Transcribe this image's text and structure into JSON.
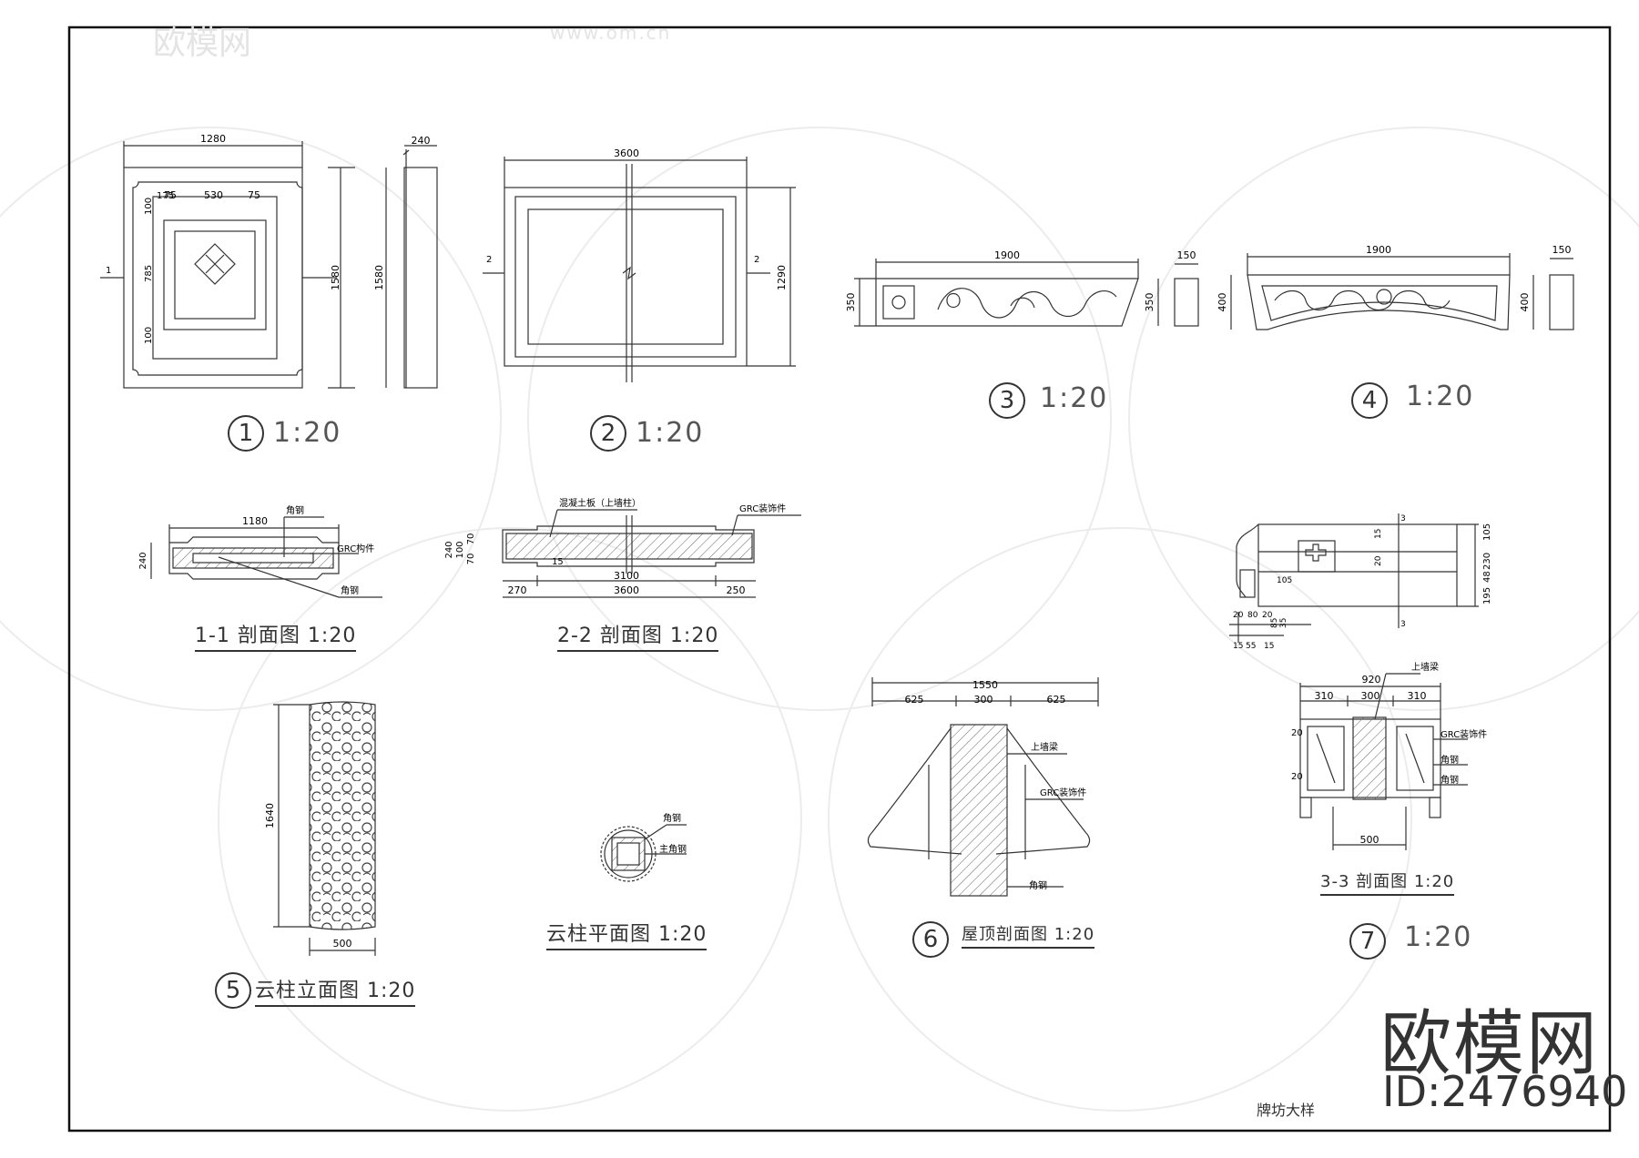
{
  "drawing": {
    "sheet_title": "牌坊大样",
    "brand_name": "欧模网",
    "brand_id": "ID:2476940",
    "watermark_text": "欧模网",
    "watermark_url": "www.om.cn"
  },
  "views": {
    "v1": {
      "number": "1",
      "scale": "1:20",
      "dims": {
        "width": "1280",
        "side": "240",
        "h1": "1580",
        "h2": "1580",
        "top": "175",
        "left": "75",
        "mid": "530",
        "right": "75",
        "a": "100",
        "b": "785",
        "c": "100",
        "mark": "1"
      }
    },
    "v2": {
      "number": "2",
      "scale": "1:20",
      "dims": {
        "width": "3600",
        "height": "1290",
        "mark_l": "2",
        "mark_r": "2"
      }
    },
    "v3": {
      "number": "3",
      "scale": "1:20",
      "dims": {
        "length": "1900",
        "h": "350",
        "h2": "350",
        "t": "150"
      }
    },
    "v4": {
      "number": "4",
      "scale": "1:20",
      "dims": {
        "length": "1900",
        "h": "400",
        "h2": "400",
        "t": "150"
      }
    },
    "s11": {
      "title": "1-1 剖面图 1:20",
      "dims": {
        "width": "1180",
        "height": "240"
      },
      "notes": {
        "n1": "角钢",
        "n2": "GRC构件",
        "n3": "角钢"
      }
    },
    "s22": {
      "title": "2-2 剖面图 1:20",
      "dims": {
        "total": "3600",
        "mid": "3100",
        "left": "270",
        "right": "250",
        "h1": "240",
        "h2": "100",
        "h3": "70",
        "h4": "70",
        "h5": "15"
      },
      "notes": {
        "n1": "混凝土板（上墙柱）",
        "n2": "GRC装饰件"
      }
    },
    "v5": {
      "number": "5",
      "title": "云柱立面图 1:20",
      "dims": {
        "height": "1640",
        "width": "500"
      }
    },
    "plan": {
      "title": "云柱平面图 1:20",
      "notes": {
        "n1": "角钢",
        "n2": "主角钢"
      }
    },
    "v6": {
      "number": "6",
      "title": "屋顶剖面图 1:20",
      "dims": {
        "total": "1550",
        "a": "625",
        "b": "300",
        "c": "625"
      },
      "notes": {
        "n1": "上墙梁",
        "n2": "GRC装饰件",
        "n3": "角钢"
      }
    },
    "s33": {
      "title": "3-3 剖面图 1:20",
      "dims": {
        "total": "920",
        "a": "310",
        "b": "300",
        "c": "310",
        "bottom": "500",
        "s1": "20",
        "s2": "20"
      },
      "notes": {
        "n1": "上墙梁",
        "n2": "GRC装饰件",
        "n3": "角钢",
        "n4": "角钢"
      }
    },
    "v7": {
      "number": "7",
      "scale": "1:20",
      "dims": {
        "d1": "105",
        "d2": "230",
        "d3": "48",
        "d4": "195",
        "d5": "15",
        "d6": "20",
        "d7": "105",
        "d8": "20",
        "d9": "80",
        "d10": "20",
        "d11": "85",
        "d12": "35",
        "d13": "15",
        "d14": "15",
        "d15": "55",
        "mark_t": "3",
        "mark_b": "3"
      }
    }
  }
}
